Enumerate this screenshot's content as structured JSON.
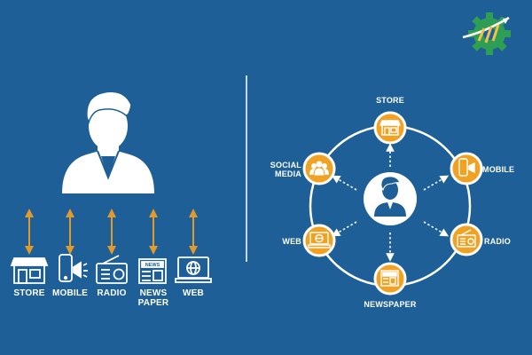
{
  "colors": {
    "background": "#1d5f96",
    "white": "#ffffff",
    "orange": "#f2a223",
    "arrow_orange": "#e29a2b"
  },
  "left_panel": {
    "person_icon": "person-avatar-icon",
    "channels": [
      {
        "label": "STORE",
        "icon": "store-icon"
      },
      {
        "label": "MOBILE",
        "icon": "mobile-icon"
      },
      {
        "label": "RADIO",
        "icon": "radio-icon"
      },
      {
        "label": "NEWS\nPAPER",
        "icon": "newspaper-icon"
      },
      {
        "label": "WEB",
        "icon": "web-icon"
      }
    ]
  },
  "right_panel": {
    "center_icon": "person-avatar-icon",
    "nodes": [
      {
        "label": "STORE",
        "icon": "store-icon"
      },
      {
        "label": "MOBILE",
        "icon": "mobile-icon"
      },
      {
        "label": "RADIO",
        "icon": "radio-icon"
      },
      {
        "label": "NEWSPAPER",
        "icon": "newspaper-icon"
      },
      {
        "label": "WEB",
        "icon": "web-icon"
      },
      {
        "label": "SOCIAL\nMEDIA",
        "icon": "social-media-icon"
      }
    ]
  },
  "logo": {
    "icon": "gear-growth-logo-icon"
  }
}
